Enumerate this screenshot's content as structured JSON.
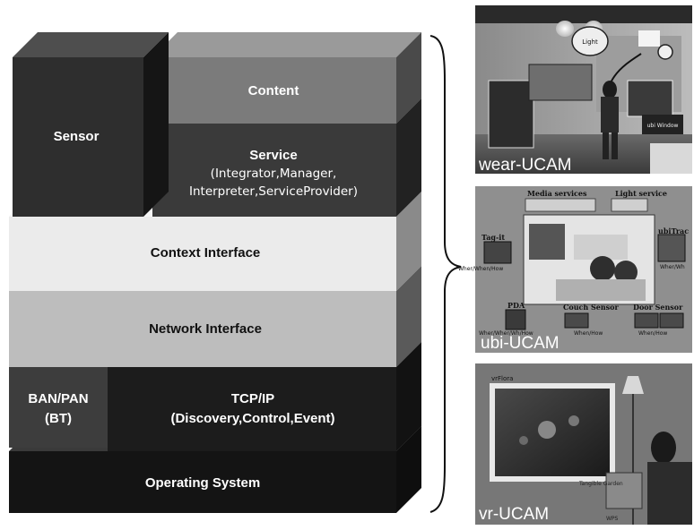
{
  "layers": {
    "sensor": "Sensor",
    "content": "Content",
    "service_title": "Service",
    "service_line1": "(Integrator,Manager,",
    "service_line2": "Interpreter,ServiceProvider)",
    "context_interface": "Context Interface",
    "network_interface": "Network Interface",
    "ban_line1": "BAN/PAN",
    "ban_line2": "(BT)",
    "tcp_title": "TCP/IP",
    "tcp_subtitle": "(Discovery,Control,Event)",
    "operating_system": "Operating System"
  },
  "photos": {
    "wear": {
      "caption": "wear-UCAM",
      "light_tag": "Light",
      "window_tag": "ubi Window"
    },
    "ubi": {
      "caption": "ubi-UCAM",
      "media_services": "Media services",
      "light_service": "Light service",
      "tag_it": "Tag-it",
      "ubi_track": "ubiTrac",
      "pda": "PDA",
      "couch_sensor": "Couch Sensor",
      "door_sensor": "Door Sensor",
      "when_left": "Wher/When/How",
      "when_right": "Wher/Wh",
      "when_pda": "Wher/Wher/Wh/How",
      "when_couch": "When/How",
      "when_door": "When/How"
    },
    "vr": {
      "caption": "vr-UCAM",
      "vr_flora": "vrFlora",
      "tangible": "Tangible Garden",
      "wps": "WPS"
    }
  },
  "colors": {
    "sensor_front": "#2e2e2e",
    "content_front": "#7b7b7b",
    "service_front": "#3a3a3a",
    "context_front": "#ebebeb",
    "network_front": "#bdbdbd",
    "ban_front": "#3d3d3d",
    "tcp_front": "#1c1c1c",
    "os_front": "#141414"
  }
}
